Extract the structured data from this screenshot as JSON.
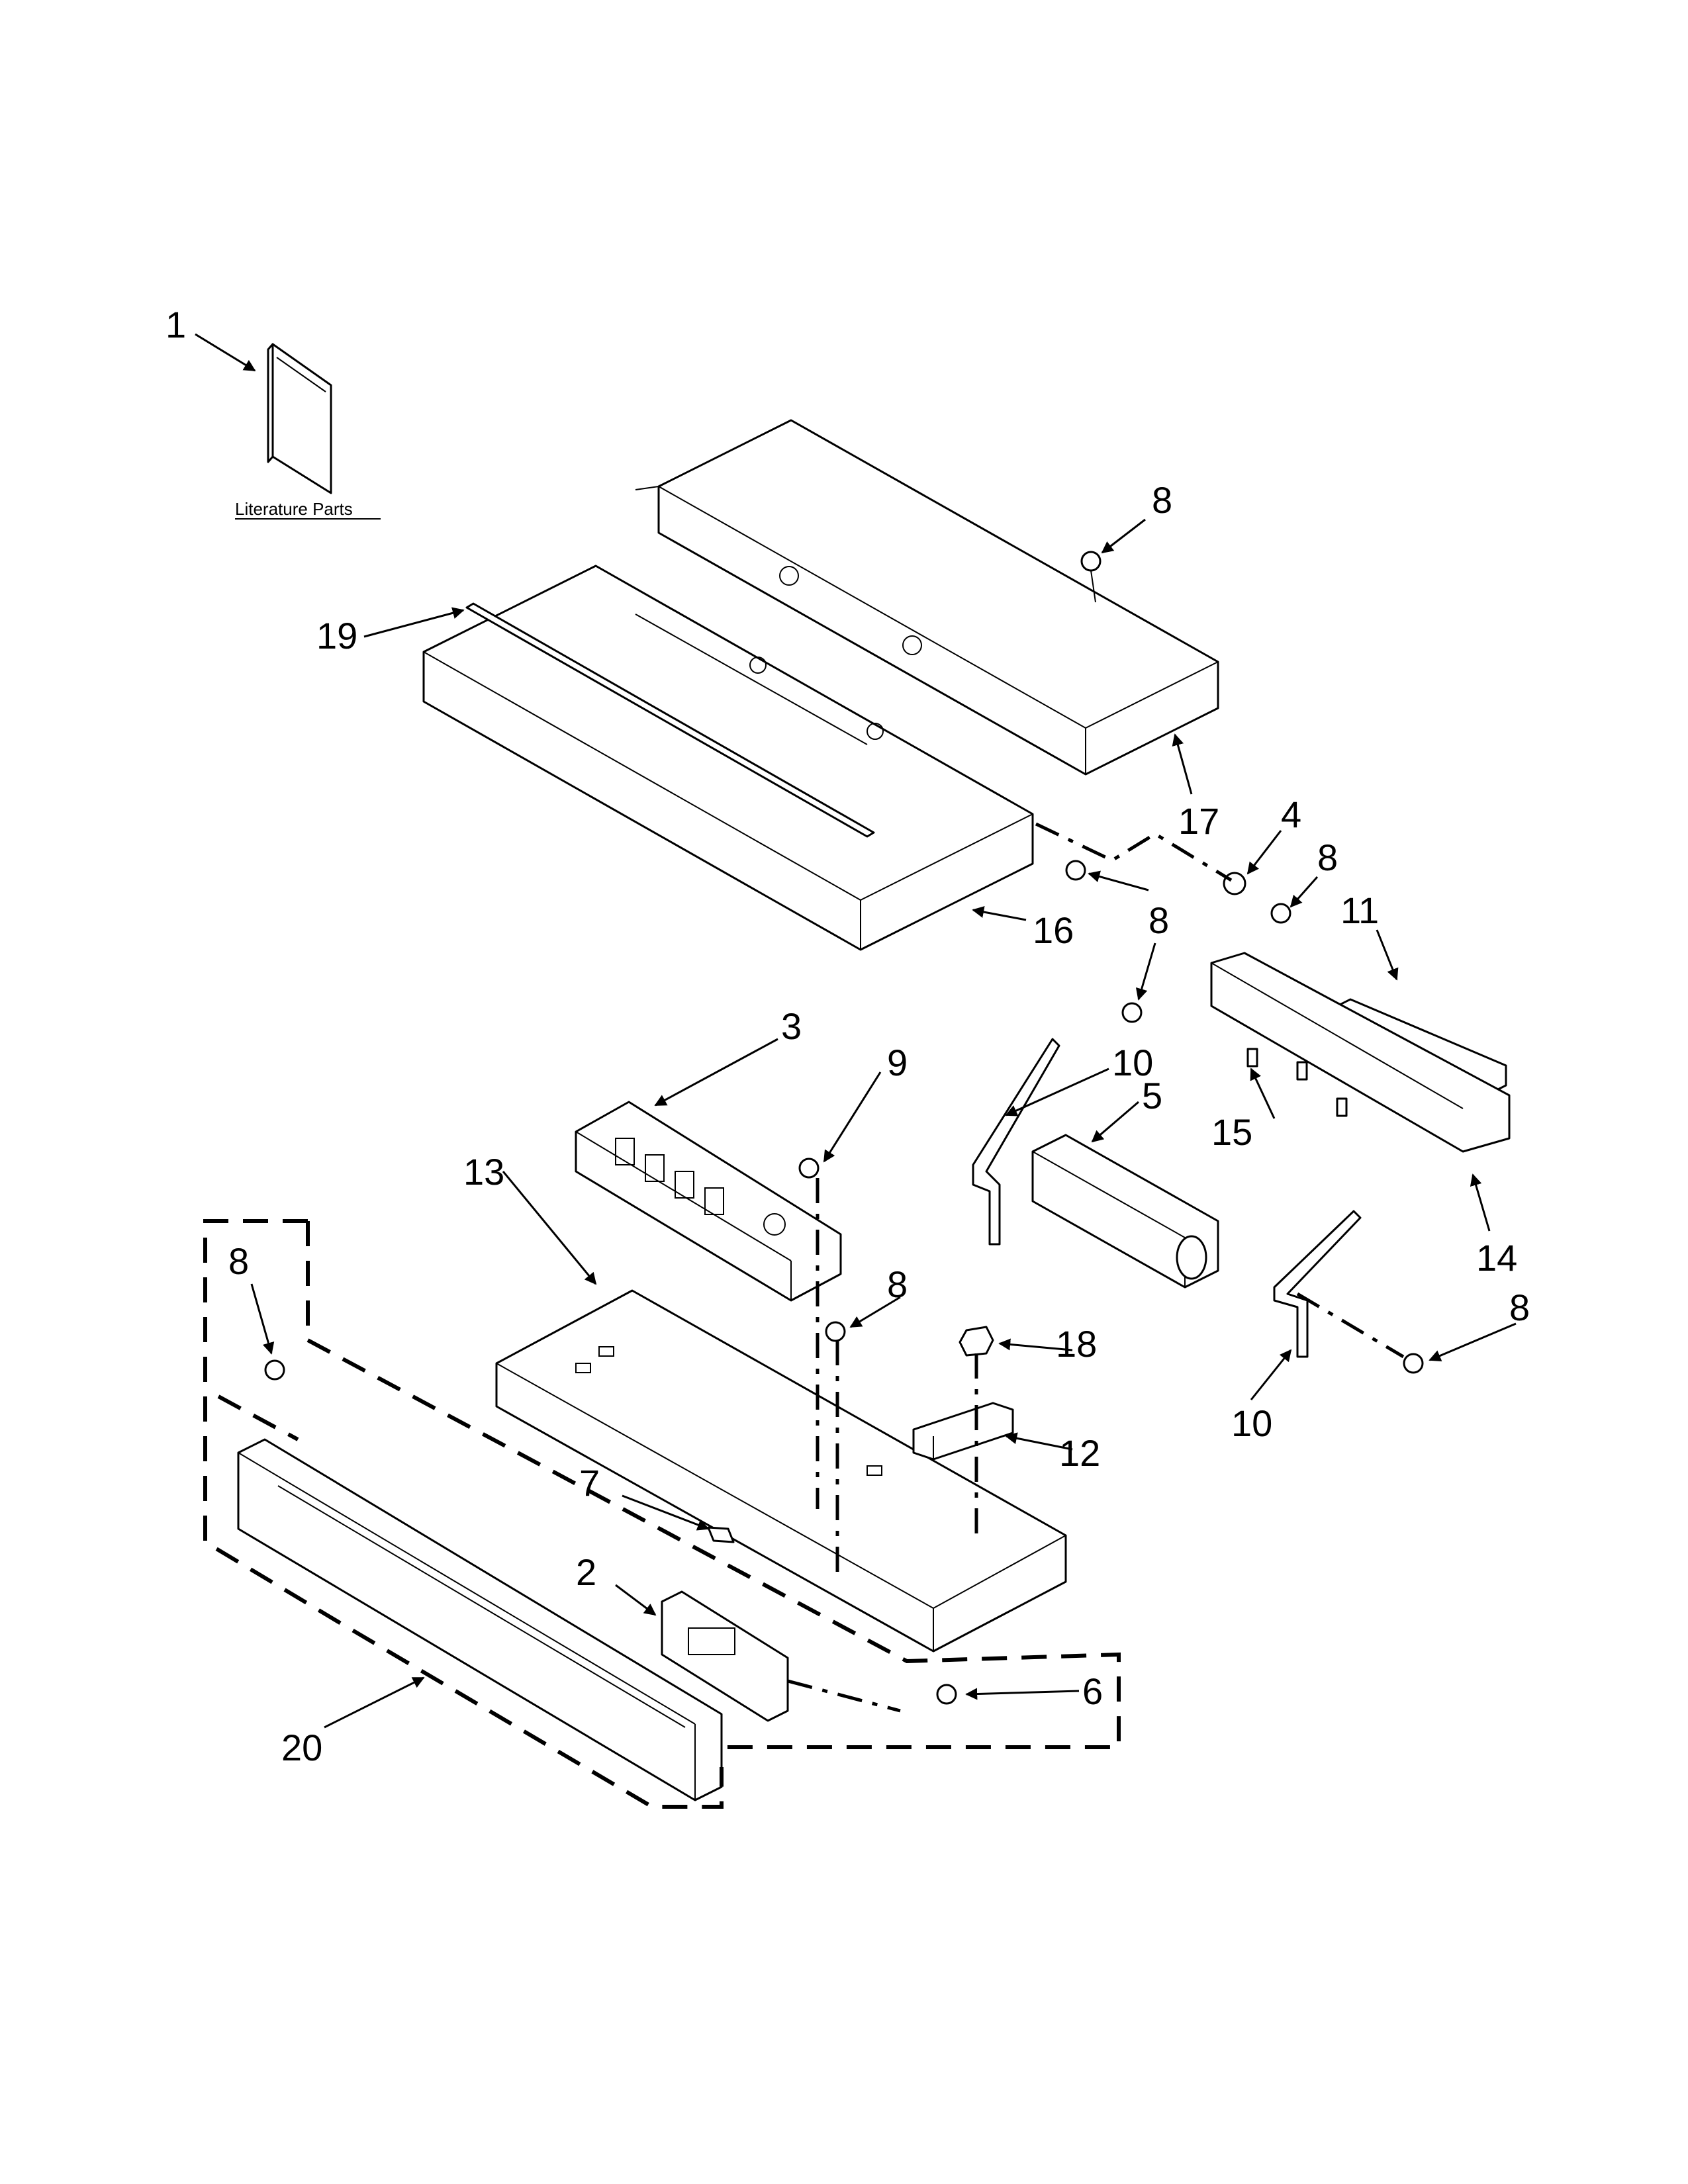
{
  "diagram": {
    "literature_label": "Literature Parts",
    "callouts": {
      "c1": "1",
      "c2": "2",
      "c3": "3",
      "c4": "4",
      "c5": "5",
      "c6": "6",
      "c7": "7",
      "c8a": "8",
      "c8b": "8",
      "c8c": "8",
      "c8d": "8",
      "c8e": "8",
      "c8f": "8",
      "c9": "9",
      "c10a": "10",
      "c10b": "10",
      "c11": "11",
      "c12": "12",
      "c13": "13",
      "c14": "14",
      "c15": "15",
      "c16": "16",
      "c17": "17",
      "c18": "18",
      "c19": "19",
      "c20": "20"
    }
  }
}
